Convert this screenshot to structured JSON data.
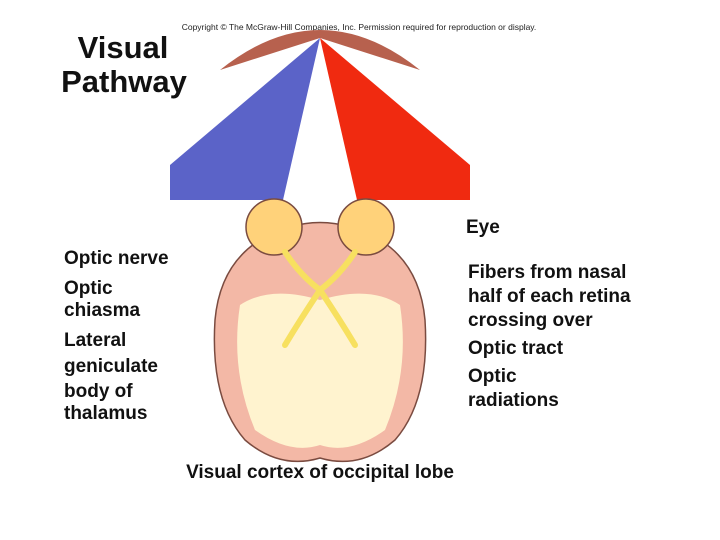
{
  "copyright": "Copyright © The McGraw-Hill Companies, Inc. Permission required for reproduction or display.",
  "title": [
    "Visual",
    "Pathway"
  ],
  "labels": {
    "eye": "Eye",
    "optic_nerve": "Optic nerve",
    "optic_chiasma": [
      "Optic",
      "chiasma"
    ],
    "lateral_geniculate": [
      "Lateral",
      "geniculate",
      "body of",
      "thalamus"
    ],
    "fibers_nasal": [
      "Fibers from nasal",
      "half of each retina",
      "crossing over"
    ],
    "optic_tract": "Optic tract",
    "optic_radiations": [
      "Optic",
      "radiations"
    ],
    "visual_cortex": "Visual cortex of occipital lobe"
  },
  "colors": {
    "left_visual_field": "#5B63C8",
    "center_visual_field": "#B7614E",
    "right_visual_field": "#F02A10",
    "eyeball": "#FFD27A",
    "brain_outer": "#F3B8A6",
    "white_matter": "#FFF3CF",
    "optic_pathway": "#F7E060"
  }
}
